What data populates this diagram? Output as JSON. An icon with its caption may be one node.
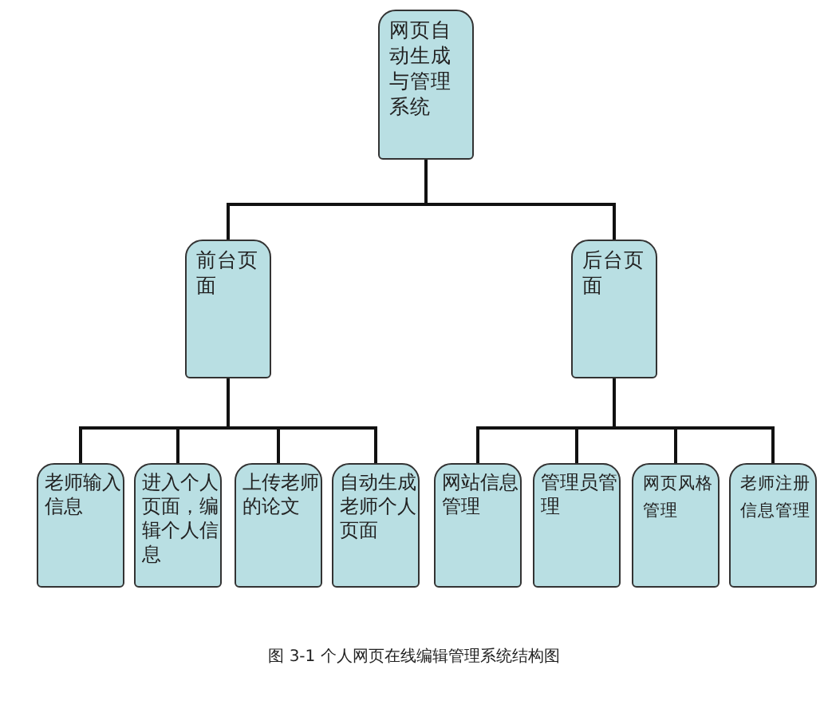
{
  "diagram": {
    "caption": "图 3-1 个人网页在线编辑管理系统结构图",
    "nodes": [
      {
        "text": [
          "网页自动生成与管理系统"
        ]
      },
      {
        "text": [
          "前台页面"
        ]
      },
      {
        "text": [
          "后台页面"
        ]
      },
      {
        "text": [
          "老师输入信息"
        ]
      },
      {
        "text": [
          "进入个人页面，编辑个人信息"
        ]
      },
      {
        "text": [
          "上传老师的论文"
        ]
      },
      {
        "text": [
          "自动生成老师个人页面"
        ]
      },
      {
        "text": [
          "网站信息管理"
        ]
      },
      {
        "text": [
          "管理员管理"
        ]
      },
      {
        "text": [
          "网页风格管理"
        ]
      },
      {
        "text": [
          "老师注册信息管理"
        ]
      }
    ],
    "edges": [
      {
        "from": 0,
        "to": 1,
        "arrow": "none"
      },
      {
        "from": 0,
        "to": 2,
        "arrow": "none"
      },
      {
        "from": 1,
        "to": 3,
        "arrow": "none"
      },
      {
        "from": 1,
        "to": 4,
        "arrow": "none"
      },
      {
        "from": 1,
        "to": 5,
        "arrow": "none"
      },
      {
        "from": 1,
        "to": 6,
        "arrow": "none"
      },
      {
        "from": 2,
        "to": 7,
        "arrow": "none"
      },
      {
        "from": 2,
        "to": 8,
        "arrow": "none"
      },
      {
        "from": 2,
        "to": 9,
        "arrow": "none"
      },
      {
        "from": 2,
        "to": 10,
        "arrow": "none"
      }
    ]
  }
}
